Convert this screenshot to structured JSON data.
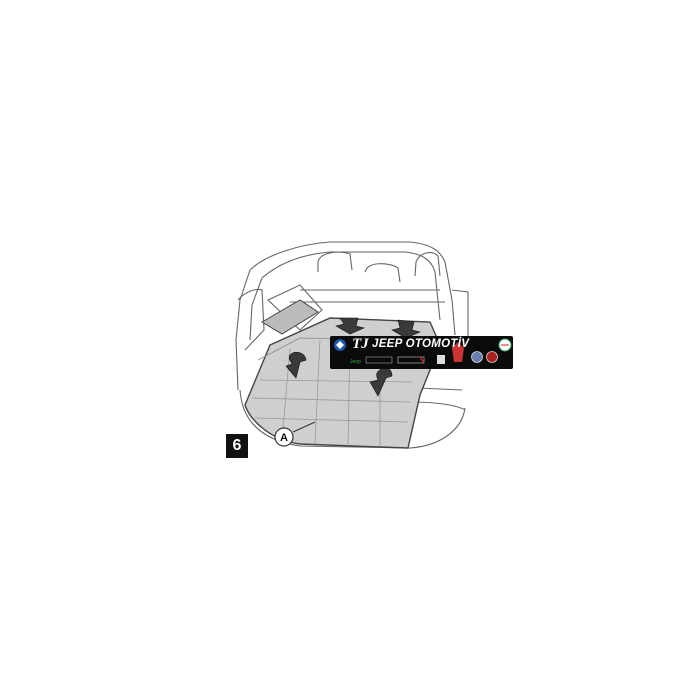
{
  "figure": {
    "number": "6",
    "callout_label": "A"
  },
  "watermark": {
    "brand": "TJ",
    "title": "JEEP OTOMOTİV",
    "logos": [
      "mopar-logo",
      "jeep-logo",
      "chrysler-logo",
      "dodge-logo",
      "ram-logo",
      "lancia-logo",
      "fiat-logo",
      "alfa-romeo-logo"
    ],
    "background_color": "#0b0b0b",
    "text_color": "#ffffff"
  },
  "colors": {
    "line": "#555555",
    "mat_fill": "#cfcfcf",
    "arrow_fill": "#3a3a3a"
  }
}
